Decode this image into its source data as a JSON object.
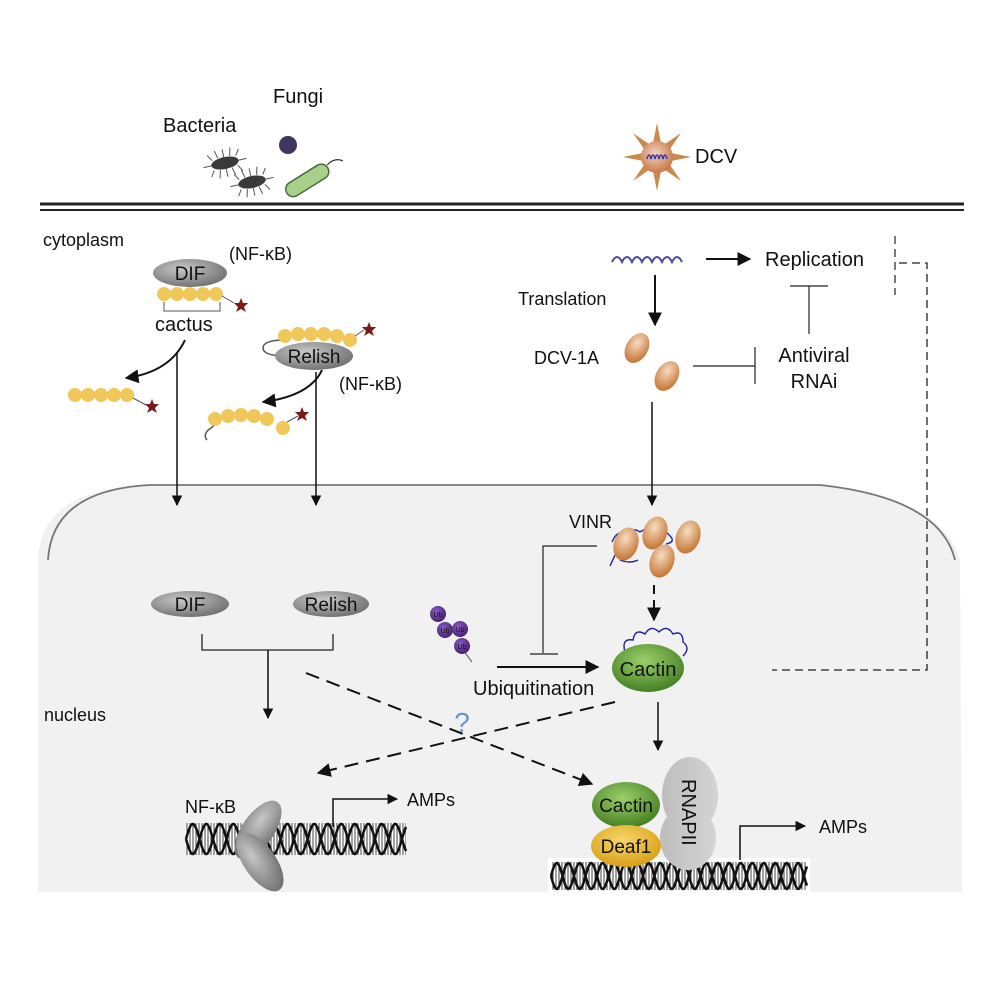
{
  "pathogens": {
    "bacteria": "Bacteria",
    "fungi": "Fungi",
    "virus": "DCV"
  },
  "compartments": {
    "cytoplasm": "cytoplasm",
    "nucleus": "nucleus"
  },
  "toll_pathway": {
    "factor": "DIF",
    "family": "(NF-κB)",
    "inhibitor": "cactus"
  },
  "imd_pathway": {
    "factor": "Relish",
    "family": "(NF-κB)"
  },
  "viral_pathway": {
    "translation": "Translation",
    "replication": "Replication",
    "protein": "DCV-1A",
    "rnai_line1": "Antiviral",
    "rnai_line2": "RNAi"
  },
  "nuclear": {
    "dif": "DIF",
    "relish": "Relish",
    "vinr": "VINR",
    "cactin": "Cactin",
    "ubiquitination": "Ubiquitination",
    "ub": "Ub",
    "unknown": "?",
    "nfkb": "NF-κB",
    "amps_left": "AMPs",
    "complex_cactin": "Cactin",
    "deaf1": "Deaf1",
    "rnapii": "RNAPII",
    "amps_right": "AMPs"
  },
  "colors": {
    "nucleus_fill": "#f1f1f2",
    "cactin_green": "#5a9a2e",
    "deaf1_yellow": "#e8b72a",
    "dcv_orange": "#d98b4a",
    "ankyrin_yellow": "#f0c85a",
    "phospho_red": "#7a1a1a",
    "ub_purple": "#5a2d8a",
    "rna_blue": "#4a4a9a"
  }
}
